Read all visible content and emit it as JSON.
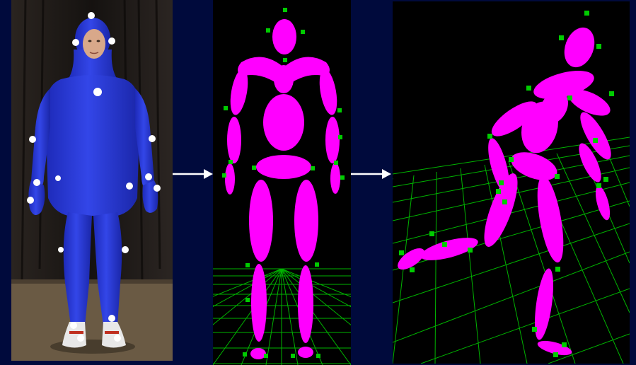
{
  "figure": {
    "panels": [
      {
        "name": "photo",
        "content": "performer-in-blue-mocap-suit-with-markers"
      },
      {
        "name": "front-view-reconstruction",
        "content": "magenta-ellipsoid-skeleton-front"
      },
      {
        "name": "3d-view-reconstruction",
        "content": "magenta-ellipsoid-skeleton-kneeling"
      }
    ],
    "arrows": 2
  },
  "colors": {
    "background": "#000a3c",
    "body_segments": "#ff00ff",
    "markers_reconstruction": "#00cc00",
    "floor_grid": "#00b400",
    "suit": "#2433d6",
    "reflective_markers": "#ffffff",
    "arrow": "#ffffff"
  }
}
